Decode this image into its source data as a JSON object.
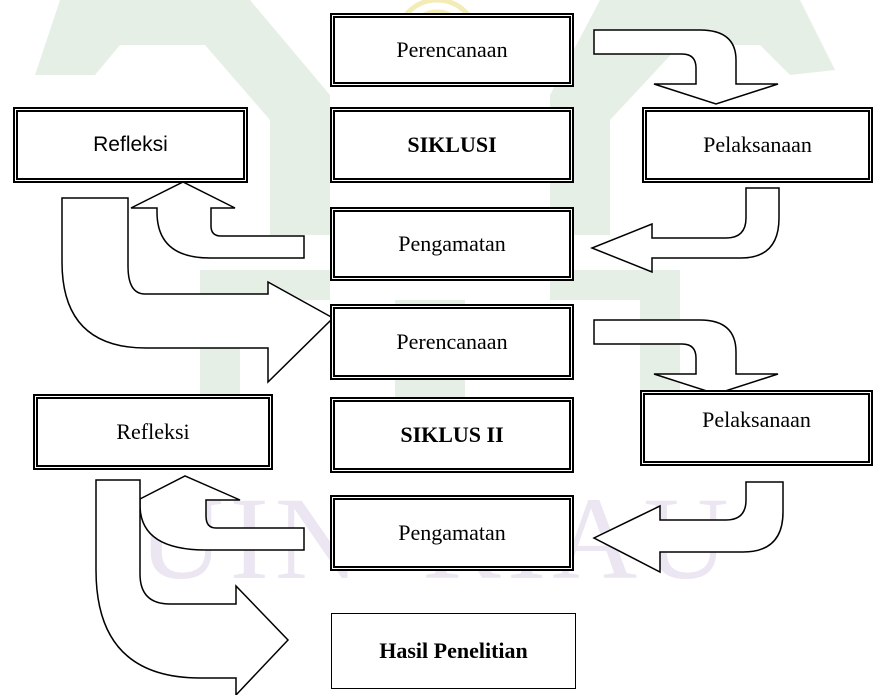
{
  "colors": {
    "stroke": "#000000",
    "fill": "#ffffff",
    "watermark_green": "#e6efe6",
    "watermark_purple": "#ebe6f1",
    "watermark_yellow": "#f3ecb7"
  },
  "watermark": {
    "left": "UIN",
    "right": "RIAU"
  },
  "cycle1": {
    "planning": "Perencanaan",
    "action": "Pelaksanaan",
    "center": "SIKLUSI",
    "observation": "Pengamatan",
    "reflection": "Refleksi"
  },
  "cycle2": {
    "planning": "Perencanaan",
    "action": "Pelaksanaan",
    "center": "SIKLUS II",
    "observation": "Pengamatan",
    "reflection": "Refleksi"
  },
  "result": "Hasil Penelitian"
}
